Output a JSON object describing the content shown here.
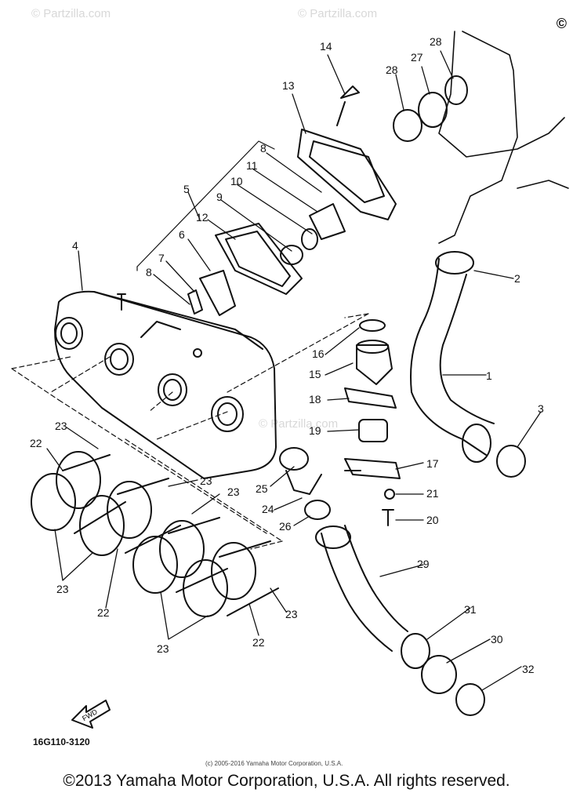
{
  "watermark": "© Partzilla.com",
  "corner_mark": "©",
  "labels": [
    {
      "id": "14",
      "text": "14"
    },
    {
      "id": "13",
      "text": "13"
    },
    {
      "id": "28a",
      "text": "28"
    },
    {
      "id": "27",
      "text": "27"
    },
    {
      "id": "28b",
      "text": "28"
    },
    {
      "id": "8a",
      "text": "8"
    },
    {
      "id": "11",
      "text": "11"
    },
    {
      "id": "10",
      "text": "10"
    },
    {
      "id": "9",
      "text": "9"
    },
    {
      "id": "5",
      "text": "5"
    },
    {
      "id": "12",
      "text": "12"
    },
    {
      "id": "6",
      "text": "6"
    },
    {
      "id": "4",
      "text": "4"
    },
    {
      "id": "7",
      "text": "7"
    },
    {
      "id": "8b",
      "text": "8"
    },
    {
      "id": "2",
      "text": "2"
    },
    {
      "id": "16",
      "text": "16"
    },
    {
      "id": "15",
      "text": "15"
    },
    {
      "id": "1",
      "text": "1"
    },
    {
      "id": "18",
      "text": "18"
    },
    {
      "id": "3",
      "text": "3"
    },
    {
      "id": "19",
      "text": "19"
    },
    {
      "id": "23a",
      "text": "23"
    },
    {
      "id": "22a",
      "text": "22"
    },
    {
      "id": "17",
      "text": "17"
    },
    {
      "id": "25",
      "text": "25"
    },
    {
      "id": "23b",
      "text": "23"
    },
    {
      "id": "23c",
      "text": "23"
    },
    {
      "id": "24",
      "text": "24"
    },
    {
      "id": "21",
      "text": "21"
    },
    {
      "id": "26",
      "text": "26"
    },
    {
      "id": "20",
      "text": "20"
    },
    {
      "id": "29",
      "text": "29"
    },
    {
      "id": "23d",
      "text": "23"
    },
    {
      "id": "22b",
      "text": "22"
    },
    {
      "id": "23e",
      "text": "23"
    },
    {
      "id": "31",
      "text": "31"
    },
    {
      "id": "30",
      "text": "30"
    },
    {
      "id": "23f",
      "text": "23"
    },
    {
      "id": "22c",
      "text": "22"
    },
    {
      "id": "32",
      "text": "32"
    }
  ],
  "fwd_label": "FWD",
  "diagram_code": "16G110-3120",
  "small_copyright": "(c) 2005-2016 Yamaha Motor Corporation, U.S.A.",
  "copyright": "©2013 Yamaha Motor Corporation, U.S.A. All rights reserved."
}
